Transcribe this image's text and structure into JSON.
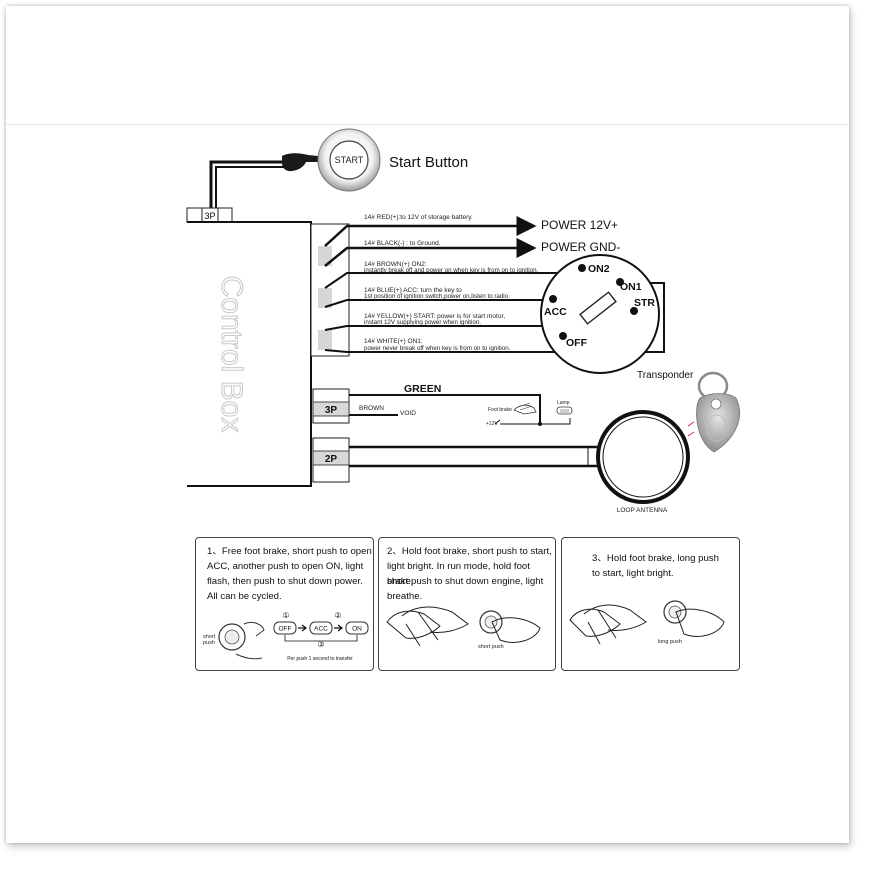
{
  "start_button": {
    "badge": "START",
    "title": "Start Button"
  },
  "control_box": {
    "label": "Control Box",
    "top_connector": "3P",
    "mid_connector": "3P",
    "bottom_connector": "2P"
  },
  "wires": [
    {
      "desc": "14# RED(+):to 12V of storage battery.",
      "output": "POWER 12V+"
    },
    {
      "desc": "14# BLACK(-) : to Ground.",
      "output": "POWER GND-"
    },
    {
      "desc": "14# BROWN(+)   ON2:",
      "desc2": "instantly break off and power on when key is from on to ignition."
    },
    {
      "desc": "14# BLUE(+)   ACC:  turn the key to",
      "desc2": "1st position of ignition switch,power on,listen to radio."
    },
    {
      "desc": "14# YELLOW(+)   START:  power is for start motor,",
      "desc2": "instant 12V supplying power when ignition."
    },
    {
      "desc": "14# WHITE(+)   ON1:",
      "desc2": "power never break off when key is from on to ignition."
    }
  ],
  "ignition": {
    "on2": "ON2",
    "on1": "ON1",
    "acc": "ACC",
    "str": "STR",
    "off": "OFF"
  },
  "green_wire": "GREEN",
  "brown_wire": "BROWN",
  "void_label": "VOID",
  "foot_brake": "Foot brake",
  "lamp": "Lamp",
  "plus12v": "+12V",
  "transponder": "Transponder",
  "loop_antenna": "LOOP ANTENNA",
  "steps": [
    {
      "lines": [
        "1、Free foot brake, short push to open",
        "ACC, another push to open ON, light",
        "flash, then push to shut down power.",
        "All can be cycled."
      ],
      "short_push": "short\npush",
      "states": [
        "OFF",
        "ACC",
        "ON"
      ],
      "nums": [
        "①",
        "②",
        "③"
      ],
      "transfer": "Per push 1 second to transfer"
    },
    {
      "lines": [
        "2、Hold foot brake, short push to start,",
        "light bright. In run mode, hold foot brake,",
        "short push to shut down engine, light",
        "breathe."
      ],
      "push": "short push"
    },
    {
      "lines": [
        "3、Hold foot brake, long push",
        "to start, light bright."
      ],
      "push": "long  push"
    }
  ]
}
